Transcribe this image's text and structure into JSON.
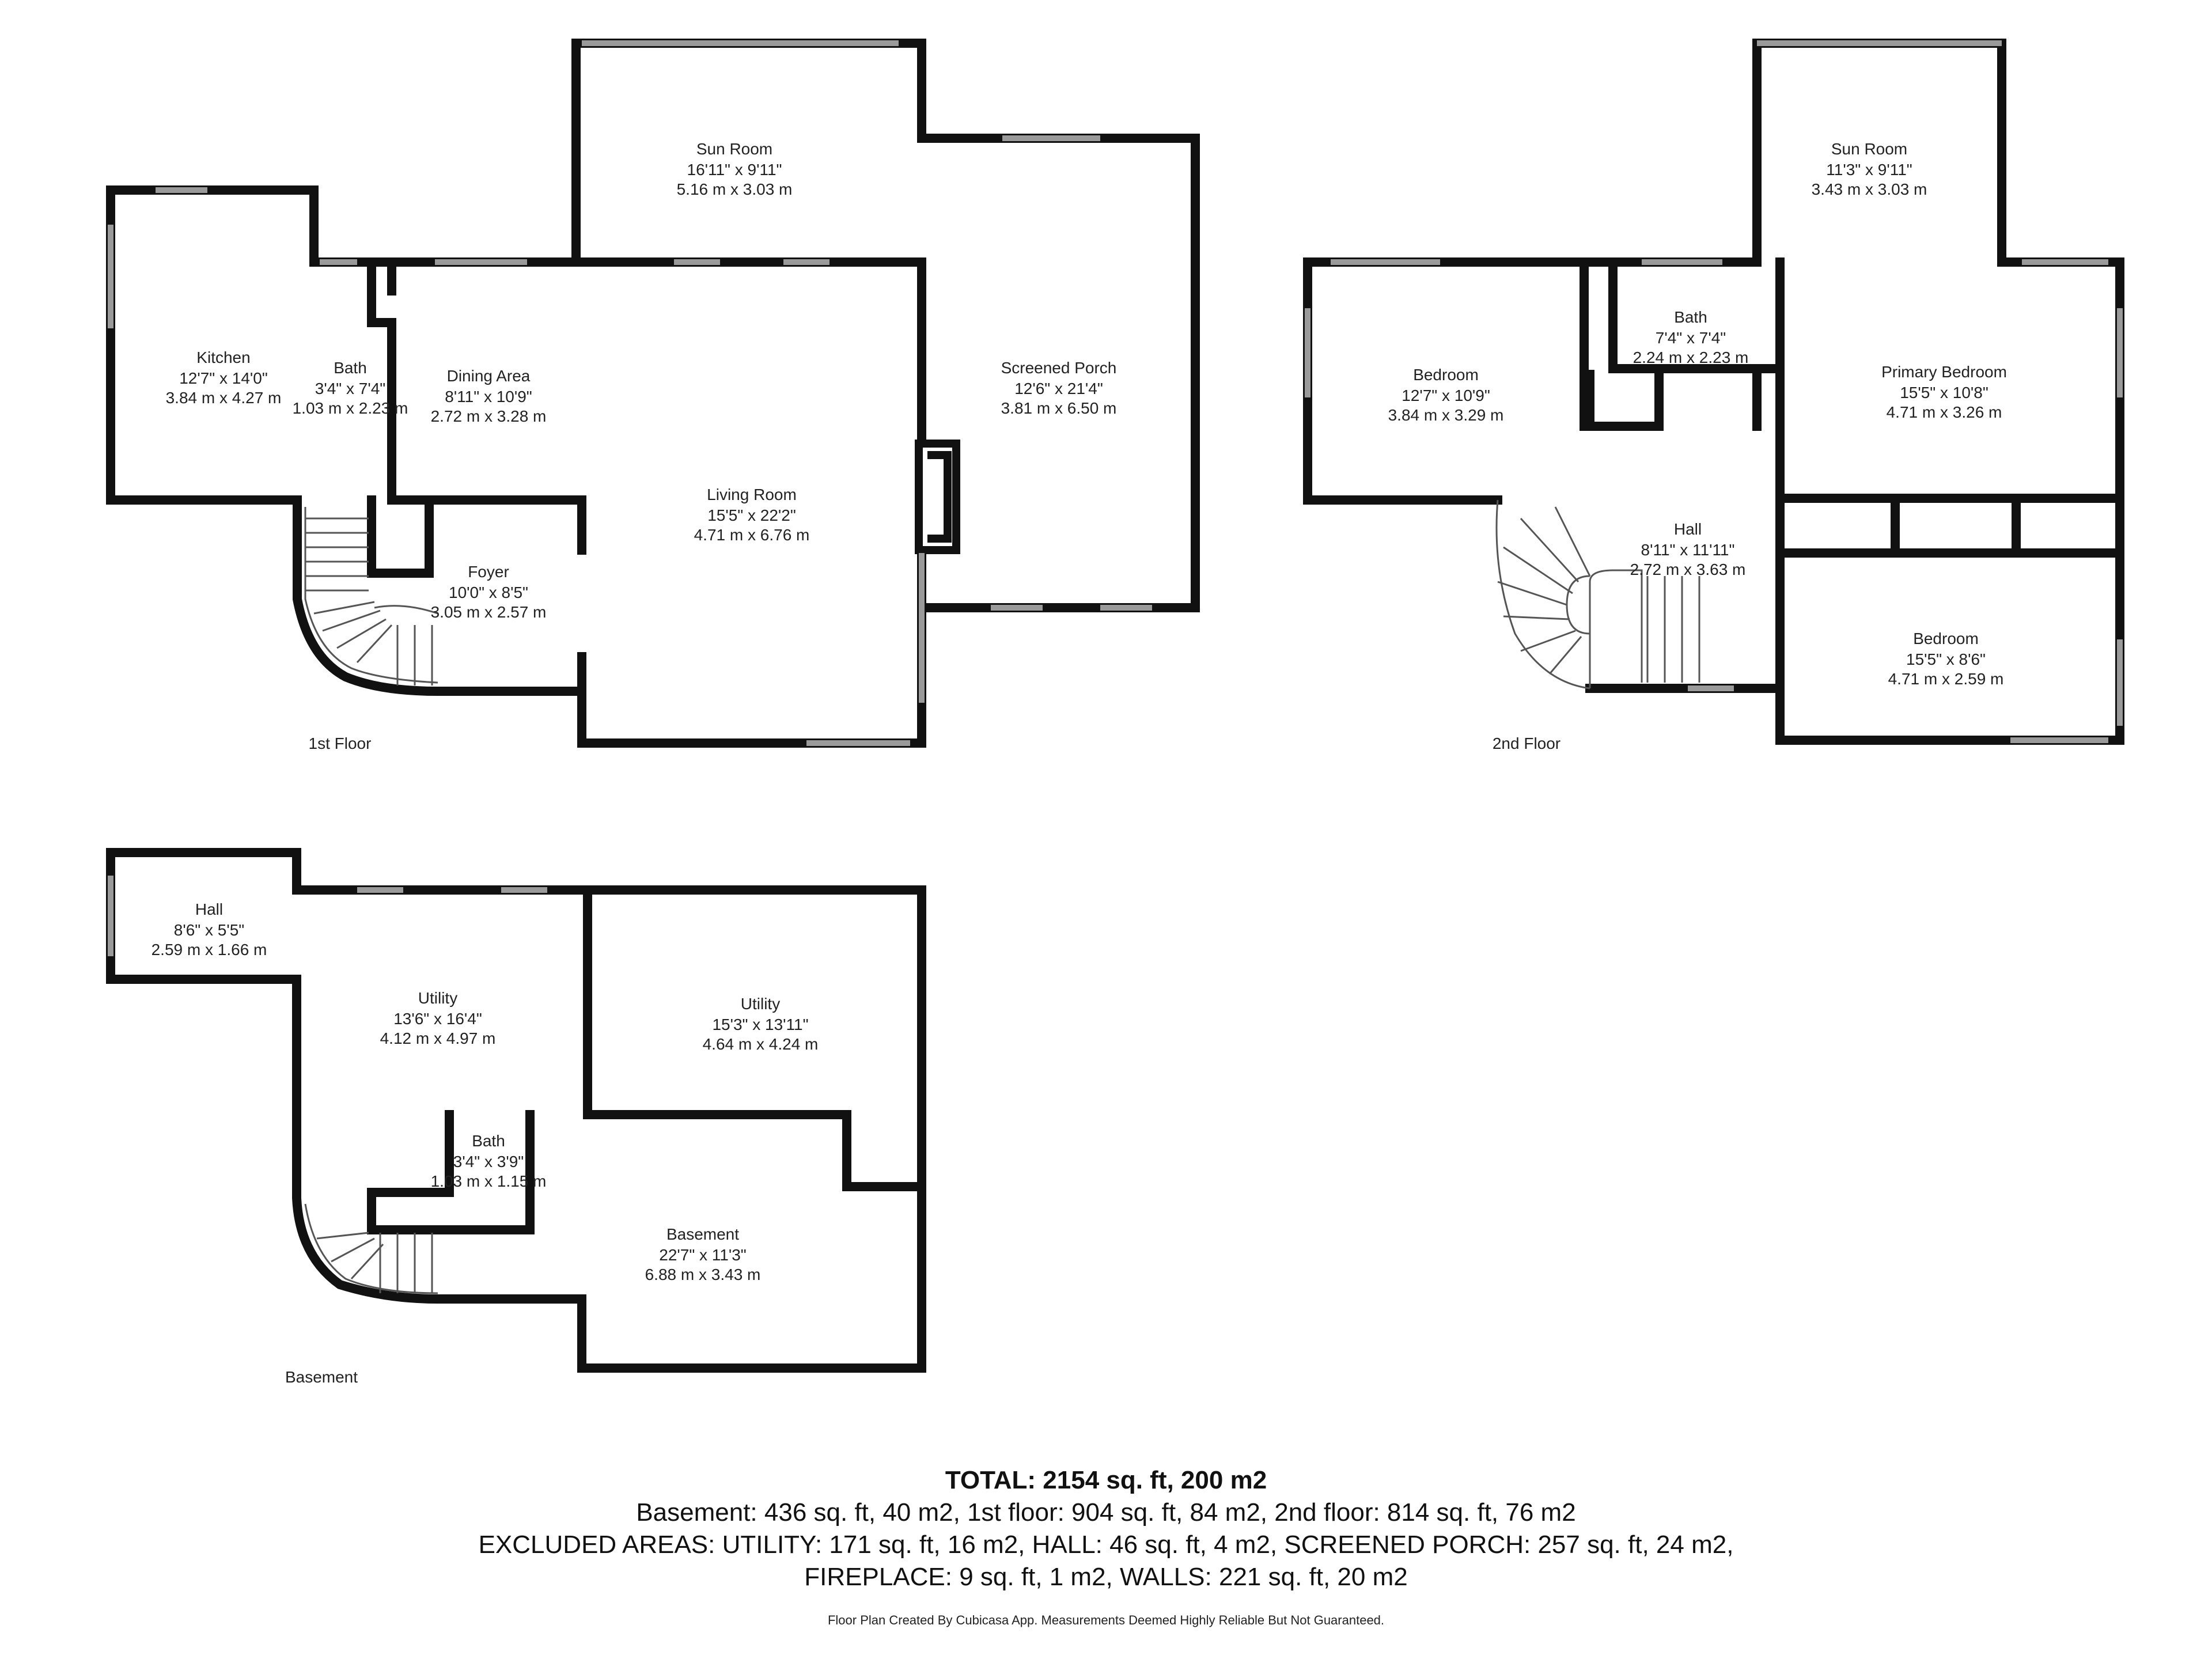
{
  "floors": {
    "first": {
      "label": "1st Floor",
      "rooms": [
        {
          "name": "Sun Room",
          "imperial": "16'11\" x 9'11\"",
          "metric": "5.16 m x 3.03 m"
        },
        {
          "name": "Screened Porch",
          "imperial": "12'6\" x 21'4\"",
          "metric": "3.81 m x 6.50 m"
        },
        {
          "name": "Kitchen",
          "imperial": "12'7\" x 14'0\"",
          "metric": "3.84 m x 4.27 m"
        },
        {
          "name": "Bath",
          "imperial": "3'4\" x 7'4\"",
          "metric": "1.03 m x 2.23 m"
        },
        {
          "name": "Dining Area",
          "imperial": "8'11\" x 10'9\"",
          "metric": "2.72 m x 3.28 m"
        },
        {
          "name": "Living Room",
          "imperial": "15'5\" x 22'2\"",
          "metric": "4.71 m x 6.76 m"
        },
        {
          "name": "Foyer",
          "imperial": "10'0\" x 8'5\"",
          "metric": "3.05 m x 2.57 m"
        }
      ]
    },
    "second": {
      "label": "2nd Floor",
      "rooms": [
        {
          "name": "Sun Room",
          "imperial": "11'3\" x 9'11\"",
          "metric": "3.43 m x 3.03 m"
        },
        {
          "name": "Bath",
          "imperial": "7'4\" x 7'4\"",
          "metric": "2.24 m x 2.23 m"
        },
        {
          "name": "Bedroom",
          "imperial": "12'7\" x 10'9\"",
          "metric": "3.84 m x 3.29 m"
        },
        {
          "name": "Primary Bedroom",
          "imperial": "15'5\" x 10'8\"",
          "metric": "4.71 m x 3.26 m"
        },
        {
          "name": "Hall",
          "imperial": "8'11\" x 11'11\"",
          "metric": "2.72 m x 3.63 m"
        },
        {
          "name": "Bedroom",
          "imperial": "15'5\" x 8'6\"",
          "metric": "4.71 m x 2.59 m"
        }
      ]
    },
    "basement": {
      "label": "Basement",
      "rooms": [
        {
          "name": "Hall",
          "imperial": "8'6\" x 5'5\"",
          "metric": "2.59 m x 1.66 m"
        },
        {
          "name": "Utility",
          "imperial": "13'6\" x 16'4\"",
          "metric": "4.12 m x 4.97 m"
        },
        {
          "name": "Utility",
          "imperial": "15'3\" x 13'11\"",
          "metric": "4.64 m x 4.24 m"
        },
        {
          "name": "Bath",
          "imperial": "3'4\" x 3'9\"",
          "metric": "1.03 m x 1.15 m"
        },
        {
          "name": "Basement",
          "imperial": "22'7\" x 11'3\"",
          "metric": "6.88 m x 3.43 m"
        }
      ]
    }
  },
  "summary": {
    "total": "TOTAL: 2154 sq. ft, 200 m2",
    "floors_line": "Basement: 436 sq. ft, 40 m2, 1st floor: 904 sq. ft, 84 m2, 2nd floor: 814 sq. ft, 76 m2",
    "excluded_line1": "EXCLUDED AREAS: UTILITY: 171 sq. ft, 16 m2, HALL: 46 sq. ft, 4 m2, SCREENED PORCH: 257 sq. ft, 24 m2,",
    "excluded_line2": "FIREPLACE: 9 sq. ft, 1 m2, WALLS: 221 sq. ft, 20 m2"
  },
  "credit": "Floor Plan Created By Cubicasa App. Measurements Deemed Highly Reliable But Not Guaranteed.",
  "colors": {
    "wall": "#111111",
    "window": "#9a9a9a",
    "text": "#222222"
  }
}
